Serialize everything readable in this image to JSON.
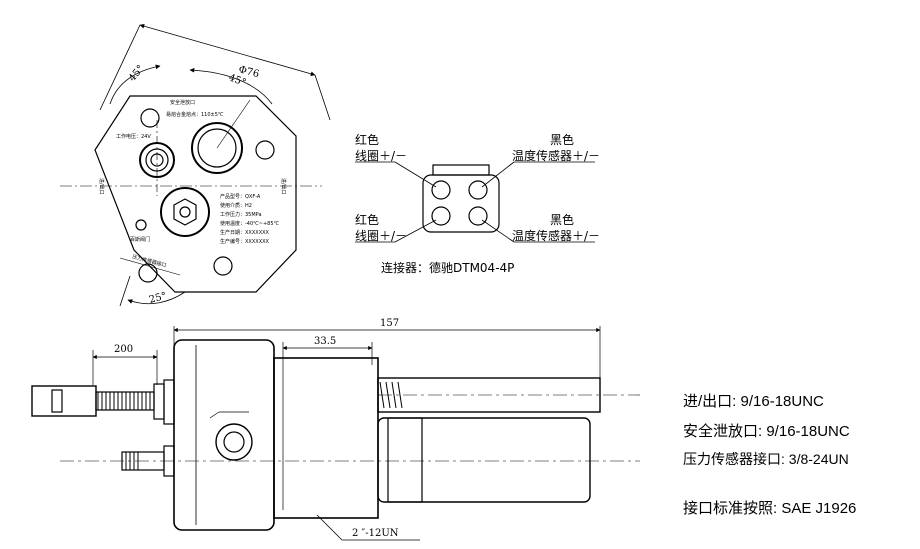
{
  "top_view": {
    "diameter": "Φ76",
    "angle_left": "45°",
    "angle_right": "45°",
    "angle_bottom": "25°",
    "safety_port": "安全泄放口",
    "fuse_point": "易熔合金熔点：110±5℃",
    "voltage": "工作电压：24V",
    "in_out_left": "进/出口",
    "in_out_right": "进/出口",
    "pressure_port": "压力传感器接口",
    "brand": "百斯阀门",
    "plate_lines": [
      "产品型号：QXF-A",
      "使用介质：H2",
      "工作压力：35MPa",
      "使用温度：-40℃~+85℃",
      "生产日期：XXXXXXX",
      "生产编号：XXXXXXX"
    ]
  },
  "connector": {
    "red1": "红色",
    "coil1": "线圈＋/－",
    "black1": "黑色",
    "temp1": "温度传感器＋/－",
    "red2": "红色",
    "coil2": "线圈＋/－",
    "black2": "黑色",
    "temp2": "温度传感器＋/－",
    "caption": "连接器：德驰DTM04-4P"
  },
  "side_view": {
    "dim_total": "157",
    "dim_partial": "33.5",
    "dim_left": "200",
    "thread": "2 ″-12UN"
  },
  "specs": {
    "inlet": "进/出口: 9/16-18UNC",
    "safety": "安全泄放口: 9/16-18UNC",
    "pressure": "压力传感器接口: 3/8-24UN",
    "standard": "接口标准按照:   SAE J1926"
  }
}
